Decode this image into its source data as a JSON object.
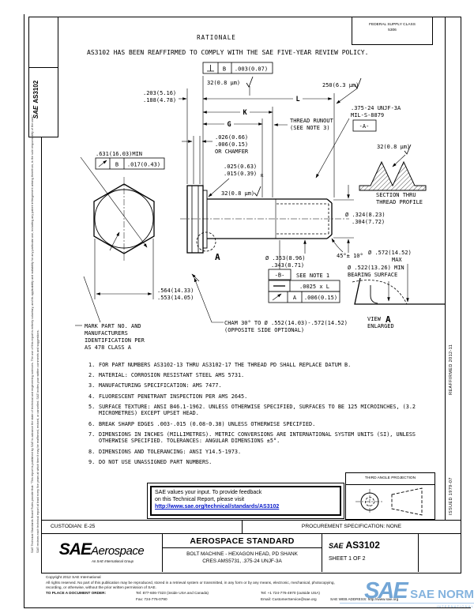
{
  "colors": {
    "link_blue": "#0014c8",
    "watermark_blue": "#5b97cf",
    "line_black": "#000000"
  },
  "margin": {
    "corner_sae": "SAE",
    "corner_doc": "AS3102",
    "disclaimer1": "SAE Technical Standards Board Rules provide that: \"This report is published by SAE to advance the state of technical and engineering sciences. The use of this report is entirely voluntary, and its applicability and suitability for any particular use, including any patent infringement arising therefrom, is the sole responsibility of the user.\"",
    "disclaimer2": "SAE reviews each technical report at least every five years at which time it may be reaffirmed, revised, or cancelled. SAE invites your written comments and suggestions."
  },
  "sidebar_right": {
    "issued": "ISSUED 1979-07",
    "reaffirmed": "REAFFIRMED 2012-11"
  },
  "header": {
    "fsc_label": "FEDERAL SUPPLY CLASS",
    "fsc_value": "5306",
    "rationale_title": "RATIONALE",
    "rationale_text": "AS3102 HAS BEEN REAFFIRMED TO COMPLY WITH THE SAE FIVE-YEAR REVIEW POLICY."
  },
  "drawing": {
    "symbols": {
      "fcf1_characteristic": "perpendicularity",
      "fcf2_characteristic": "circular-runout",
      "fcf3_characteristic": "straightness",
      "fcf4_characteristic": "circular-runout",
      "surface_finish_mark": "check-mark"
    },
    "labels": {
      "fcf1_datum": "B",
      "fcf1_tol": ".003(0.07)",
      "finish_top": "32(0.8 µm)",
      "head_height_1": ".203(5.16)",
      "head_height_2": ".188(4.78)",
      "dim_l": "L",
      "dim_k": "K",
      "dim_g": "G",
      "thread_runout_1": "THREAD RUNOUT",
      "thread_runout_2": "(SEE NOTE 3)",
      "chamfer_1": ".026(0.66)",
      "chamfer_2": ".006(0.15)",
      "chamfer_3": "OR CHAMFER",
      "fillet_1": ".025(0.63)",
      "fillet_2": ".015(0.39)",
      "fillet_r": "R",
      "finish_shank": "32(0.8 µm)",
      "finish_thread_end": "250(6.3 µm)",
      "thread_callout_1": ".375-24 UNJF-3A",
      "thread_callout_2": "MIL-S-8879",
      "datum_a": "-A-",
      "finish_profile": "32(0.8 µm)",
      "section_1": "SECTION THRU",
      "section_2": "THREAD PROFILE",
      "hex_corner_dia": ".631(16.03)MIN",
      "fcf2_datum": "B",
      "fcf2_tol": ".017(0.43)",
      "shank_dia_1": "Ø .324(8.23)",
      "shank_dia_2": ".304(7.72)",
      "end_chamfer_angle": "45°± 10°",
      "body_dia_1": "Ø .353(8.96)",
      "body_dia_2": ".343(8.71)",
      "head_dia_max_1": "Ø .572(14.52)",
      "head_dia_max_2": "MAX",
      "bearing_dia_1": "Ø .522(13.26) MIN",
      "bearing_dia_2": "BEARING SURFACE",
      "datum_b": "-B-",
      "datum_b_note": "SEE NOTE 1",
      "straightness_tol": ".0025 x L",
      "runout2_datum": "A",
      "runout2_tol": ".006(0.15)",
      "across_flats_1": ".564(14.33)",
      "across_flats_2": ".553(14.05)",
      "mark_1": "MARK PART NO. AND",
      "mark_2": "MANUFACTURERS",
      "mark_3": "IDENTIFICATION PER",
      "mark_4": "AS 478 CLASS A",
      "cham30_1": "CHAM 30° TO Ø .552(14.03)-.572(14.52)",
      "cham30_2": "(OPPOSITE SIDE OPTIONAL)",
      "view_label": "VIEW",
      "view_letter": "A",
      "view_enlarged": "ENLARGED",
      "detail_callout": "A"
    }
  },
  "notes": [
    {
      "num": "1.",
      "text": "FOR PART NUMBERS AS3102-13 THRU AS3102-17  THE THREAD PD SHALL REPLACE DATUM B."
    },
    {
      "num": "2.",
      "text": "MATERIAL:  CORROSION RESISTANT STEEL AMS 5731."
    },
    {
      "num": "3.",
      "text": "MANUFACTURING SPECIFICATION:  AMS 7477."
    },
    {
      "num": "4.",
      "text": "FLUORESCENT PENETRANT INSPECTION PER AMS 2645."
    },
    {
      "num": "5.",
      "text": "SURFACE TEXTURE:  ANSI B46.1-1962.  UNLESS OTHERWISE SPECIFIED, SURFACES TO BE 125 MICROINCHES, (3.2 MICROMETRES) EXCEPT UPSET HEAD."
    },
    {
      "num": "6.",
      "text": "BREAK SHARP EDGES .003-.015 (0.08-0.38) UNLESS OTHERWISE SPECIFIED."
    },
    {
      "num": "7.",
      "text": "DIMENSIONS IN INCHES (MILLIMETRES).  METRIC CONVERSIONS ARE INTERNATIONAL SYSTEM UNITS (SI), UNLESS OTHERWISE SPECIFIED. TOLERANCES:  ANGULAR DIMENSIONS ±5°."
    },
    {
      "num": "8.",
      "text": "DIMENSIONS AND TOLERANCING: ANSI Y14.5-1973."
    },
    {
      "num": "9.",
      "text": "DO NOT USE UNASSIGNED PART NUMBERS."
    }
  ],
  "feedback": {
    "line1": "SAE values your input. To provide feedback",
    "line2": "on this Technical Report, please visit",
    "link": "http://www.sae.org/technical/standards/AS3102"
  },
  "projection": {
    "label": "THIRD ANGLE PROJECTION"
  },
  "infobar": {
    "custodian": "CUSTODIAN:  E-25",
    "procurement": "PROCUREMENT SPECIFICATION: NONE"
  },
  "title_block": {
    "brand_sae": "SAE",
    "brand_suffix": "Aerospace",
    "brand_tagline": "An SAE International Group",
    "doc_type": "AEROSPACE STANDARD",
    "title_line1": "BOLT  MACHINE - HEXAGON HEAD, PD SHANK",
    "title_line2": "CRES AMS5731, .375-24 UNJF-3A",
    "doc_brand": "SAE",
    "doc_number": "AS3102",
    "sheet": "SHEET 1 OF 2"
  },
  "footer": {
    "copyright": "Copyright 2012 SAE International",
    "rights1": "All rights reserved. No part of this publication may be reproduced, stored in a retrieval system or transmitted, in any form or by any means, electronic, mechanical, photocopying,",
    "rights2": "recording, or otherwise, without the prior written permission of SAE.",
    "order_label": "TO PLACE A DOCUMENT ORDER:",
    "tel1": "Tel:  877-606-7323 (inside USA and Canada)",
    "fax": "Fax: 724-776-0790",
    "tel2": "Tel: +1 724-776-4970 (outside USA)",
    "email": "Email: CustomerService@sae.org",
    "web": "SAE WEB ADDRESS: http://www.sae.org"
  },
  "watermark": {
    "brand": "SAE",
    "name": "SAE NORM",
    "sub": "INTERNATIONAL"
  }
}
